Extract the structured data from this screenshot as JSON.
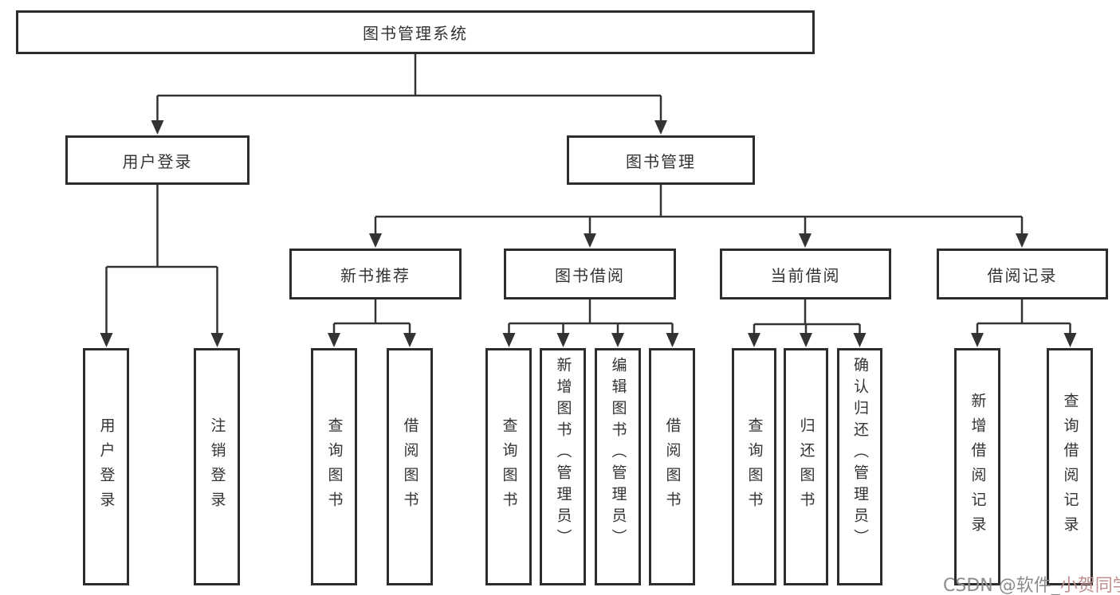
{
  "diagram": {
    "title": "图书管理系统",
    "level2": {
      "user_login": "用户登录",
      "book_mgmt": "图书管理"
    },
    "level3": {
      "new_books": "新书推荐",
      "book_borrow": "图书借阅",
      "current_borrow": "当前借阅",
      "borrow_records": "借阅记录"
    },
    "leaves": {
      "user_login": [
        "用户登录",
        "注销登录"
      ],
      "new_books": [
        "查询图书",
        "借阅图书"
      ],
      "book_borrow": [
        "查询图书",
        "新增图书（管理员）",
        "编辑图书（管理员）",
        "借阅图书"
      ],
      "current_borrow": [
        "查询图书",
        "归还图书",
        "确认归还（管理员）"
      ],
      "borrow_records": [
        "新增借阅记录",
        "查询借阅记录"
      ]
    },
    "watermark": {
      "prefix": "CSDN @软件_",
      "name": "小贺同学"
    },
    "colors": {
      "line": "#333333",
      "border": "#2d2d2d",
      "text": "#333333",
      "watermark_gray": "#8c8c8c",
      "watermark_pink": "#c08f8f"
    }
  }
}
